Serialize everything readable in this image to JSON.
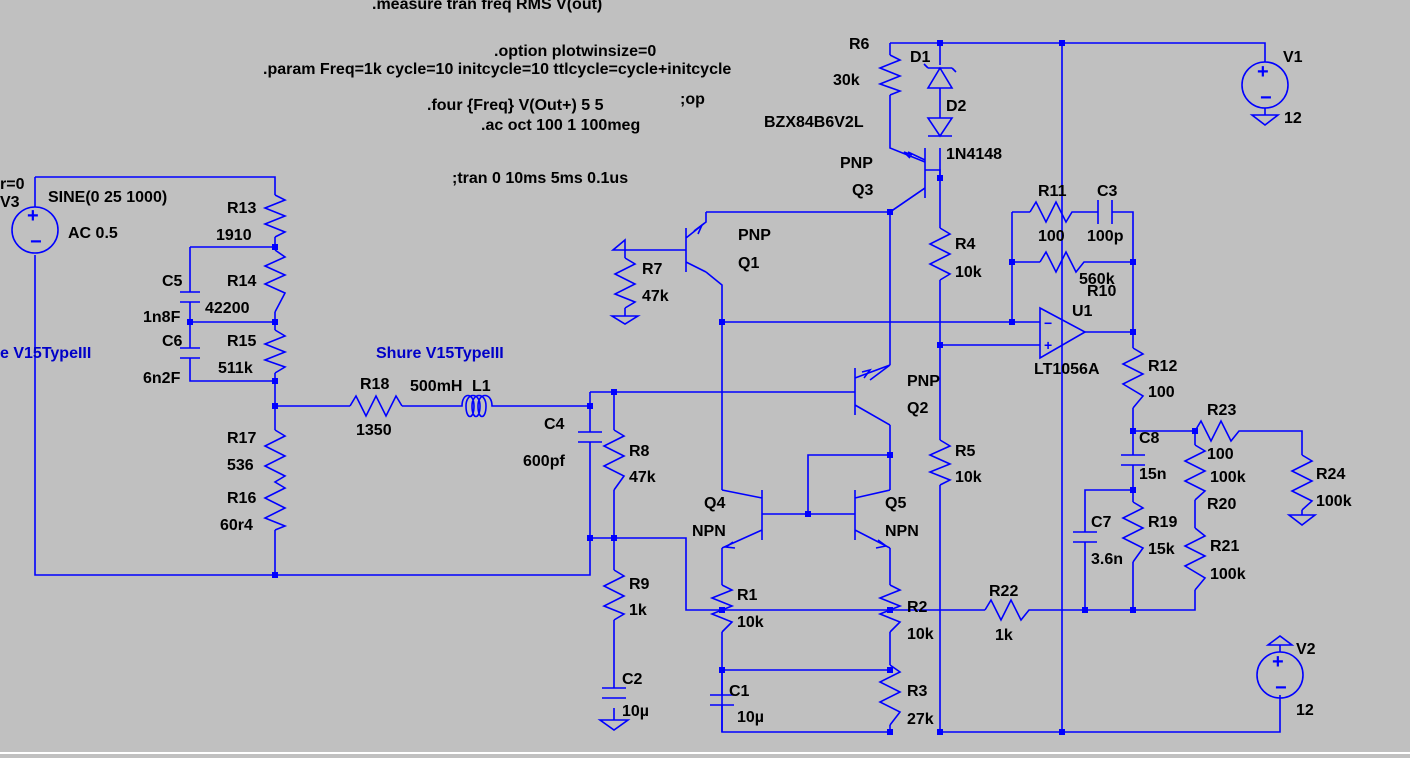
{
  "directives": {
    "measure": ".measure tran freq RMS V(out)",
    "option": ".option plotwinsize=0",
    "param": ".param Freq=1k cycle=10 initcycle=10 ttlcycle=cycle+initcycle",
    "four": ".four {Freq} V(Out+) 5 5",
    "op": ";op",
    "ac": ".ac oct 100 1 100meg",
    "tran": ";tran 0 10ms 5ms 0.1us"
  },
  "sources": {
    "v3_param": "r=0",
    "v3_name": "V3",
    "v3_wave": "SINE(0 25 1000)",
    "v3_ac": "AC 0.5",
    "v1_name": "V1",
    "v1_value": "12",
    "v2_name": "V2",
    "v2_value": "12"
  },
  "labels": {
    "cart_left": "e V15TypeIII",
    "cart_right": "Shure V15TypeIII"
  },
  "components": {
    "r13": {
      "name": "R13",
      "value": "1910"
    },
    "r14": {
      "name": "R14",
      "value": "42200"
    },
    "r15": {
      "name": "R15",
      "value": "511k"
    },
    "r17": {
      "name": "R17",
      "value": "536"
    },
    "r16": {
      "name": "R16",
      "value": "60r4"
    },
    "c5": {
      "name": "C5",
      "value": "1n8F"
    },
    "c6": {
      "name": "C6",
      "value": "6n2F"
    },
    "r18": {
      "name": "R18",
      "value": "1350"
    },
    "l1": {
      "name": "L1",
      "value": "500mH"
    },
    "c4": {
      "name": "C4",
      "value": "600pf"
    },
    "r8": {
      "name": "R8",
      "value": "47k"
    },
    "r9": {
      "name": "R9",
      "value": "1k"
    },
    "c2": {
      "name": "C2",
      "value": "10µ"
    },
    "r7": {
      "name": "R7",
      "value": "47k"
    },
    "q1": {
      "name": "Q1",
      "type": "PNP"
    },
    "r6": {
      "name": "R6",
      "value": "30k"
    },
    "d1": {
      "name": "D1",
      "part": "BZX84B6V2L"
    },
    "d2": {
      "name": "D2",
      "part": "1N4148"
    },
    "q3": {
      "name": "Q3",
      "type": "PNP"
    },
    "q2": {
      "name": "Q2",
      "type": "PNP"
    },
    "q4": {
      "name": "Q4",
      "type": "NPN"
    },
    "q5": {
      "name": "Q5",
      "type": "NPN"
    },
    "r1": {
      "name": "R1",
      "value": "10k"
    },
    "r2": {
      "name": "R2",
      "value": "10k"
    },
    "c1": {
      "name": "C1",
      "value": "10µ"
    },
    "r3": {
      "name": "R3",
      "value": "27k"
    },
    "r4": {
      "name": "R4",
      "value": "10k"
    },
    "r5": {
      "name": "R5",
      "value": "10k"
    },
    "r11": {
      "name": "R11",
      "value": "100"
    },
    "c3": {
      "name": "C3",
      "value": "100p"
    },
    "r10": {
      "name": "R10",
      "value": "560k"
    },
    "u1": {
      "name": "U1",
      "part": "LT1056A"
    },
    "r12": {
      "name": "R12",
      "value": "100"
    },
    "c8": {
      "name": "C8",
      "value": "15n"
    },
    "r23": {
      "name": "R23",
      "value": "100"
    },
    "r20": {
      "name": "R20",
      "value": "100k"
    },
    "r24": {
      "name": "R24",
      "value": "100k"
    },
    "c7": {
      "name": "C7",
      "value": "3.6n"
    },
    "r19": {
      "name": "R19",
      "value": "15k"
    },
    "r21": {
      "name": "R21",
      "value": "100k"
    },
    "r22": {
      "name": "R22",
      "value": "1k"
    }
  },
  "colors": {
    "background": "#c0c0c0",
    "wire": "#0000ff",
    "text": "#000000",
    "net_label": "#0000c8"
  }
}
